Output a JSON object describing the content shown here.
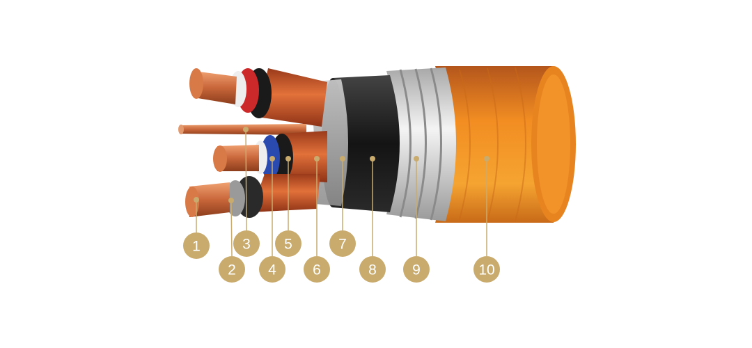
{
  "colors": {
    "callout": "#c9ab6e",
    "copper": "#c8663a",
    "red_insulation": "#cc2a2a",
    "blue_insulation": "#2b4ab0",
    "black_insulation": "#1b1b1b",
    "orange_sheath": "#e07030",
    "outer_sheath": "#f08a1e",
    "armour": "#d8d8d8"
  },
  "callouts": [
    {
      "label": "1"
    },
    {
      "label": "2"
    },
    {
      "label": "3"
    },
    {
      "label": "4"
    },
    {
      "label": "5"
    },
    {
      "label": "6"
    },
    {
      "label": "7"
    },
    {
      "label": "8"
    },
    {
      "label": "9"
    },
    {
      "label": "10"
    }
  ]
}
